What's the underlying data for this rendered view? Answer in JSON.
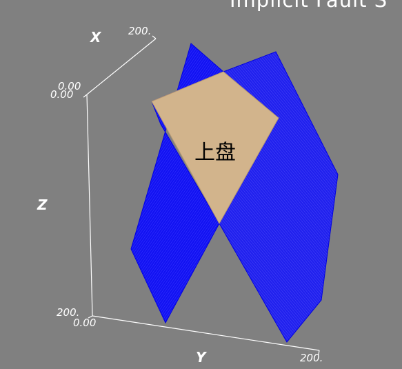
{
  "title": "Implicit Fault S",
  "axes": {
    "x_label": "X",
    "y_label": "Y",
    "z_label": "Z",
    "x_tick_start": "0.00",
    "x_tick_end": "200.",
    "z_tick_start": "0.00",
    "z_tick_end": "200.",
    "y_tick_start": "0.00",
    "y_tick_end": "200."
  },
  "region_label": "上盘",
  "colors": {
    "background": "#808080",
    "fault_surface": "#0a0af0",
    "hanging_wall": "#d2b48c",
    "axis_line": "#ffffff"
  }
}
